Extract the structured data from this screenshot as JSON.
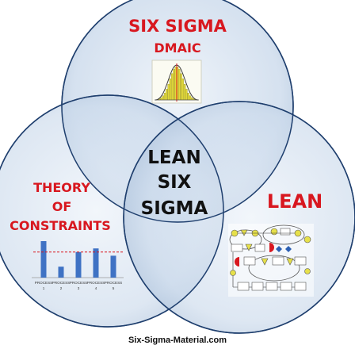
{
  "diagram": {
    "top_title_line1": "SIX SIGMA",
    "top_title_line2": "DMAIC",
    "left_title_line1": "THEORY",
    "left_title_line2": "OF",
    "left_title_line3": "CONSTRAINTS",
    "right_title": "LEAN",
    "center_line1": "LEAN",
    "center_line2": "SIX",
    "center_line3": "SIGMA",
    "footer": "Six-Sigma-Material.com"
  },
  "toc_chart": {
    "categories": [
      "PROCESS 1",
      "PROCESS 2",
      "PROCESS 3",
      "PROCESS 4",
      "PROCESS 5"
    ],
    "category_names": [
      "PROCESS",
      "PROCESS",
      "PROCESS",
      "PROCESS",
      "PROCESS"
    ],
    "category_numbers": [
      "1",
      "2",
      "3",
      "4",
      "5"
    ],
    "values": [
      10,
      3,
      7,
      8,
      6
    ],
    "constraint_line": 7
  },
  "colors": {
    "circle_fill": "#b9cde4",
    "circle_stroke": "#1f3f6e",
    "title_red": "#d8171f",
    "bar_blue": "#3f72c4"
  }
}
